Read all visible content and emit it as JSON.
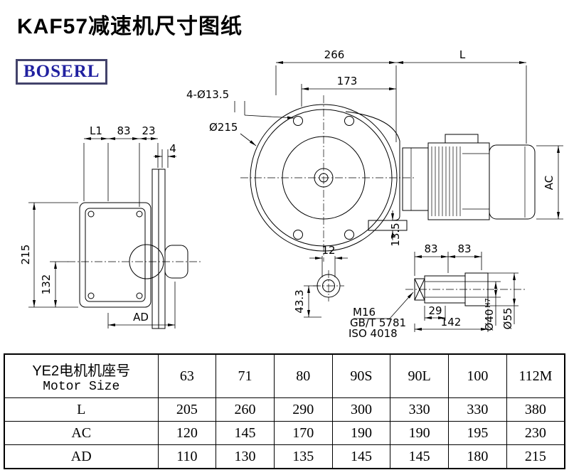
{
  "page": {
    "title": "KAF57减速机尺寸图纸",
    "logo": "BOSERL"
  },
  "drawing": {
    "labels": {
      "d266": "266",
      "dL": "L",
      "d173": "173",
      "holes": "4-Ø13.5",
      "flangeDia": "Ø215",
      "ac": "AC",
      "d13_5": "13.5",
      "dL1": "L1",
      "d83": "83",
      "d23": "23",
      "d4": "4",
      "d215": "215",
      "d132": "132",
      "ad": "AD",
      "d12": "12",
      "d43_3": "43.3",
      "m16": "M16",
      "gbt": "GB/T 5781",
      "iso": "ISO 4018",
      "s83a": "83",
      "s83b": "83",
      "d29": "29",
      "d142": "142",
      "dia40": "Ø40",
      "dia40sup": "H7",
      "dia55": "Ø55"
    }
  },
  "table": {
    "header": {
      "line1": "YE2电机机座号",
      "line2": "Motor Size"
    },
    "sizes": [
      "63",
      "71",
      "80",
      "90S",
      "90L",
      "100",
      "112M"
    ],
    "rows": [
      {
        "label": "L",
        "values": [
          "205",
          "260",
          "290",
          "300",
          "330",
          "330",
          "380"
        ]
      },
      {
        "label": "AC",
        "values": [
          "120",
          "145",
          "170",
          "190",
          "190",
          "195",
          "230"
        ]
      },
      {
        "label": "AD",
        "values": [
          "110",
          "130",
          "135",
          "145",
          "145",
          "180",
          "215"
        ]
      }
    ]
  }
}
